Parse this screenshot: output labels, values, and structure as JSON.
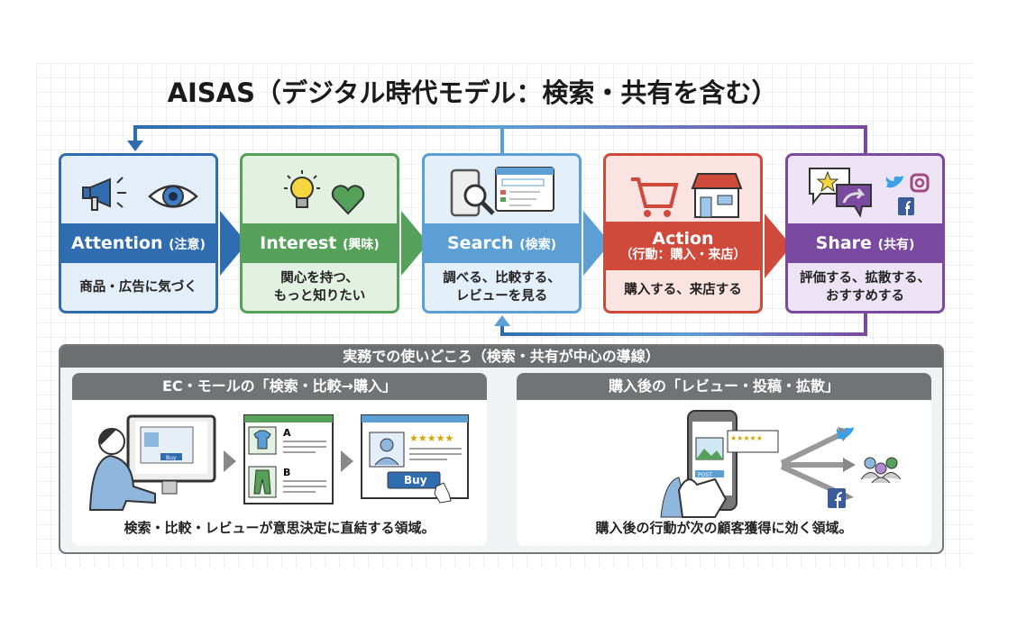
{
  "title": "AISAS（デジタル時代モデル：検索・共有を含む）",
  "colors": {
    "attention": "#2f6db0",
    "interest": "#55a15a",
    "search": "#5b9fd4",
    "action": "#d04a3c",
    "share": "#7a4aa0"
  },
  "stages": [
    {
      "label": "Attention",
      "sub": "(注意)",
      "desc": "商品・広告に気づく",
      "icons": [
        "megaphone-icon",
        "eye-icon"
      ]
    },
    {
      "label": "Interest",
      "sub": "(興味)",
      "desc": "関心を持つ、\nもっと知りたい",
      "icons": [
        "lightbulb-icon",
        "heart-icon"
      ]
    },
    {
      "label": "Search",
      "sub": "(検索)",
      "desc": "調べる、比較する、\nレビューを見る",
      "icons": [
        "smartphone-magnifier-icon",
        "browser-window-icon"
      ]
    },
    {
      "label": "Action",
      "sub": "（行動：購入・来店）",
      "desc": "購入する、来店する",
      "icons": [
        "shopping-cart-icon",
        "storefront-icon"
      ]
    },
    {
      "label": "Share",
      "sub": "(共有)",
      "desc": "評価する、拡散する、\nおすすめする",
      "icons": [
        "review-star-bubble-icon",
        "share-bubble-icon",
        "twitter-icon",
        "instagram-icon",
        "facebook-icon"
      ]
    }
  ],
  "practice": {
    "header": "実務での使いどころ（検索・共有が中心の導線）",
    "left": {
      "title": "EC・モールの「検索・比較→購入」",
      "caption": "検索・比較・レビューが意思決定に直結する領域。",
      "buy_label": "Buy",
      "option_a": "A",
      "option_b": "B"
    },
    "right": {
      "title": "購入後の「レビュー・投稿・拡散」",
      "caption": "購入後の行動が次の顧客獲得に効く領域。",
      "post_label": "POST"
    }
  }
}
